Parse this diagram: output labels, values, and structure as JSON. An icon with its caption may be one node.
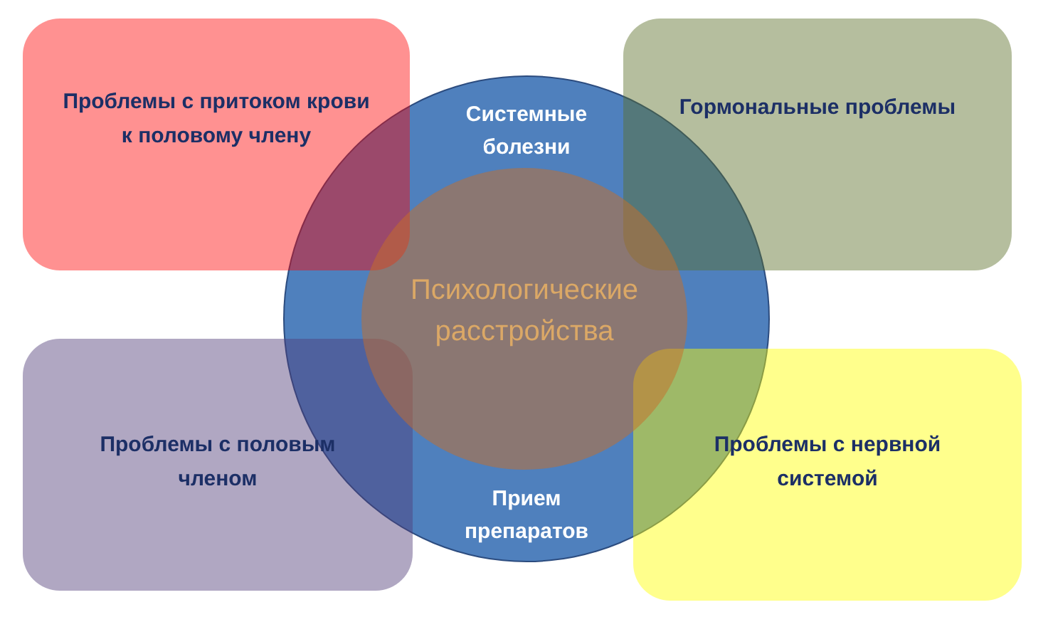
{
  "diagram": {
    "nodes": [
      {
        "text": [
          "Проблемы с притоком крови к половому члену"
        ]
      },
      {
        "text": [
          "Гормональные проблемы"
        ]
      },
      {
        "text": [
          "Системные болезни",
          "Прием препаратов"
        ]
      },
      {
        "text": [
          "Психологические расстройства"
        ],
        "in": 2
      },
      {
        "text": [
          "Проблемы с половым членом"
        ]
      },
      {
        "text": [
          "Проблемы с нервной системой"
        ]
      }
    ]
  }
}
